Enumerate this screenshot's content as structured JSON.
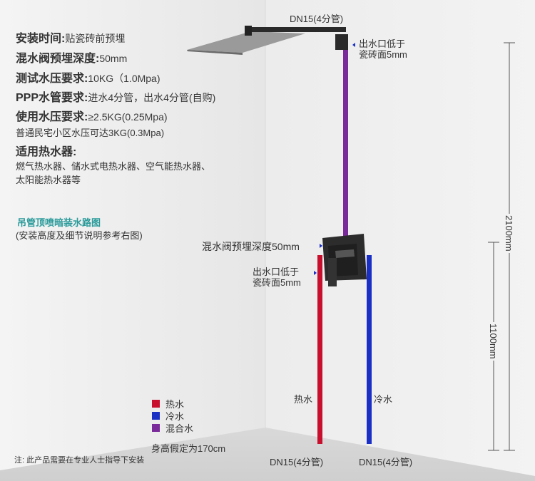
{
  "specs": {
    "install_time": {
      "label": "安装时间:",
      "value": "贴瓷砖前预埋"
    },
    "depth": {
      "label": "混水阀预埋深度:",
      "value": "50mm"
    },
    "test_pressure": {
      "label": "测试水压要求:",
      "value": "10KG（1.0Mpa)"
    },
    "ppp": {
      "label": "PPP水管要求:",
      "value": "进水4分管，出水4分管(自购)"
    },
    "use_pressure": {
      "label": "使用水压要求:",
      "value": "≥2.5KG(0.25Mpa)"
    },
    "residential": "普通民宅小区水压可达3KG(0.3Mpa)",
    "heaters_title": "适用热水器:",
    "heaters_line1": "燃气热水器、储水式电热水器、空气能热水器、",
    "heaters_line2": "太阳能热水器等"
  },
  "diagram_title": "吊管顶喷暗装水路图",
  "diagram_subtitle": "(安装高度及细节说明参考右图)",
  "labels": {
    "top_pipe": "DN15(4分管)",
    "outlet_top_1": "出水口低于",
    "outlet_top_2": "瓷砖面5mm",
    "valve_depth": "混水阀预埋深度50mm",
    "outlet_mid_1": "出水口低于",
    "outlet_mid_2": "瓷砖面5mm",
    "hot_water": "热水",
    "cold_water": "冷水",
    "bottom_pipe_left": "DN15(4分管)",
    "bottom_pipe_right": "DN15(4分管)",
    "height_note": "身高假定为170cm",
    "footnote": "注: 此产品需要在专业人士指导下安装",
    "dim_2100": "2100mm",
    "dim_1100": "1100mm"
  },
  "legend": [
    {
      "label": "热水",
      "color": "#c8102e"
    },
    {
      "label": "冷水",
      "color": "#1a2fc4"
    },
    {
      "label": "混合水",
      "color": "#7a2a9a"
    }
  ]
}
